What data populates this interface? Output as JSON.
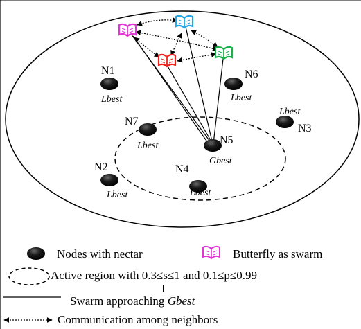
{
  "nodes": [
    {
      "id": "n1",
      "name": "N1",
      "best": "Lbest"
    },
    {
      "id": "n6",
      "name": "N6",
      "best": "Lbest"
    },
    {
      "id": "n7",
      "name": "N7",
      "best": "Lbest"
    },
    {
      "id": "n3",
      "name": "N3",
      "best": "Lbest"
    },
    {
      "id": "n5",
      "name": "N5",
      "best": "Gbest"
    },
    {
      "id": "n2",
      "name": "N2",
      "best": "Lbest"
    },
    {
      "id": "n4",
      "name": "N4",
      "best": "Lbest"
    }
  ],
  "butterflies": [
    {
      "id": "magenta",
      "color": "#e233d4"
    },
    {
      "id": "cyan",
      "color": "#1fa6e6"
    },
    {
      "id": "red",
      "color": "#f21d1d"
    },
    {
      "id": "green",
      "color": "#17b34a"
    }
  ],
  "legend": {
    "nodes": "Nodes with nectar",
    "butterfly": "Butterfly as swarm",
    "active_region_prefix": "Active region with 0.3",
    "active_region_mid1": "s",
    "active_region_mid2": "1 and 0.1",
    "active_region_mid3": "p",
    "active_region_suffix": "0.99",
    "leq_symbol": "≤",
    "swarm_prefix": "Swarm approaching ",
    "swarm_target": "Gbest",
    "communication": "Communication among neighbors"
  },
  "colors": {
    "node_fill": "#1c1c1c",
    "line": "#000000",
    "butterfly_magenta": "#e233d4",
    "butterfly_cyan": "#1fa6e6",
    "butterfly_red": "#f21d1d",
    "butterfly_green": "#17b34a"
  }
}
